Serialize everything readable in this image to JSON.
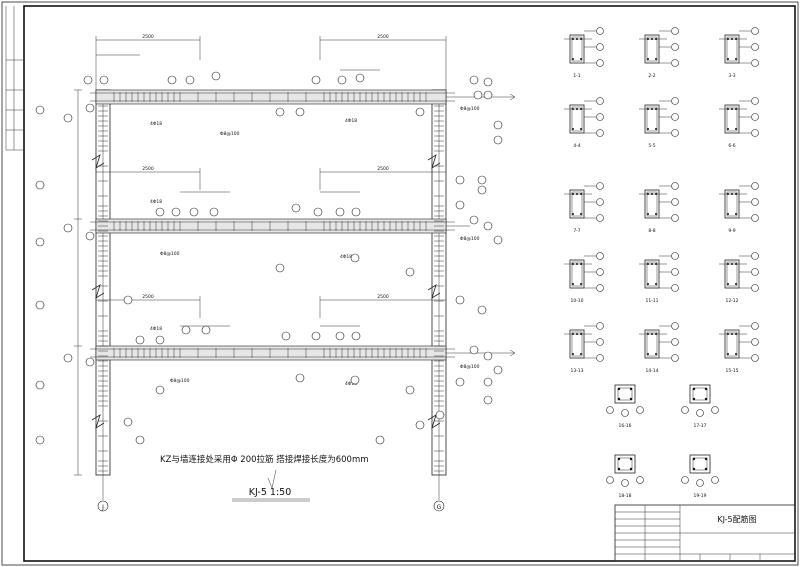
{
  "drawing": {
    "note": "KZ与墙连接处采用Φ 200拉筋  搭接焊接长度为600mm",
    "plan_title": "KJ-5 1:50",
    "title_block_title": "KJ-5配筋图",
    "axis_left": "J",
    "axis_right": "G",
    "dim_top_left": "2500",
    "dim_top_right": "2500",
    "dim_mid_left": "2500",
    "dim_mid_right": "2500",
    "dim_low_left": "2500",
    "dim_low_right": "2500",
    "bar_mark": "4Φ18",
    "stirrup_mark": "Φ8@100",
    "sections": [
      "1-1",
      "2-2",
      "3-3",
      "4-4",
      "5-5",
      "6-6",
      "7-7",
      "8-8",
      "9-9",
      "10-10",
      "11-11",
      "12-12",
      "13-13",
      "14-14",
      "15-15"
    ],
    "col_sections": [
      "16-16",
      "17-17",
      "18-18",
      "19-19"
    ],
    "sheet_label": "KJ-5"
  }
}
